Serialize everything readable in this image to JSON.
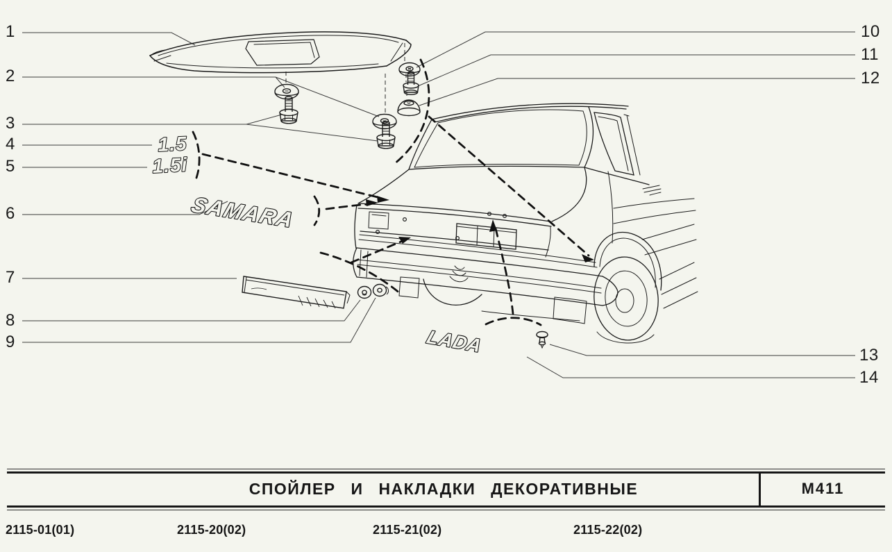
{
  "callouts": [
    {
      "label": "1"
    },
    {
      "label": "2"
    },
    {
      "label": "3"
    },
    {
      "label": "4"
    },
    {
      "label": "5"
    },
    {
      "label": "6"
    },
    {
      "label": "7"
    },
    {
      "label": "8"
    },
    {
      "label": "9"
    },
    {
      "label": "10"
    },
    {
      "label": "11"
    },
    {
      "label": "12"
    },
    {
      "label": "13"
    },
    {
      "label": "14"
    }
  ],
  "badges": {
    "engine_15": "1.5",
    "engine_15i": "1.5i",
    "samara": "SAMARA",
    "lada": "LADA"
  },
  "footer": {
    "title": "СПОЙЛЕР И НАКЛАДКИ ДЕКОРАТИВНЫЕ",
    "sheet_code": "М411",
    "variants": [
      {
        "label": "2115-01(01)"
      },
      {
        "label": "2115-20(02)"
      },
      {
        "label": "2115-21(02)"
      },
      {
        "label": "2115-22(02)"
      }
    ]
  },
  "colors": {
    "background": "#f4f5ee",
    "line": "#1b1b1b"
  }
}
